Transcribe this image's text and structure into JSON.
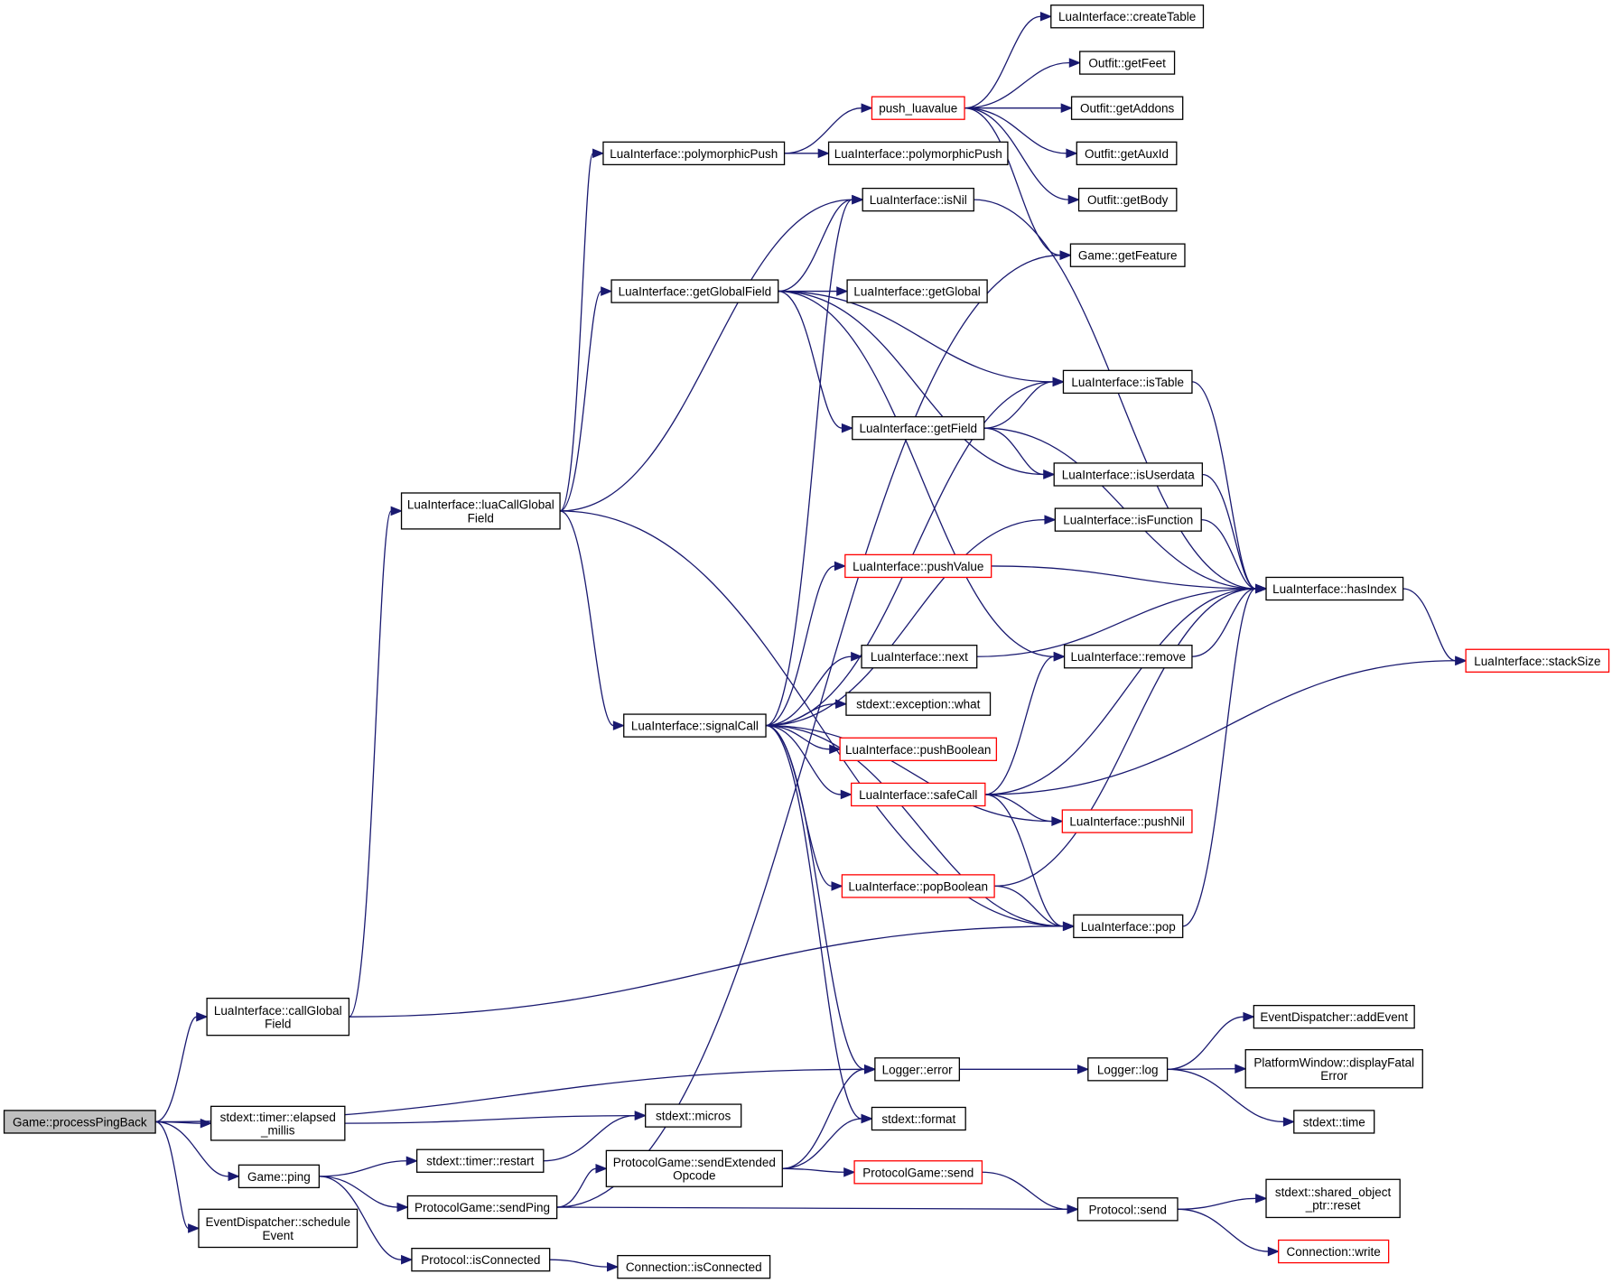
{
  "colors": {
    "edge": "#191970",
    "border": "#000000",
    "border_truncated": "#ff0000",
    "root_fill": "#bfbfbf"
  },
  "nodes": [
    {
      "id": "processPingBack",
      "lines": [
        "Game::processPingBack"
      ],
      "style": "root"
    },
    {
      "id": "callGlobalField",
      "lines": [
        "LuaInterface::callGlobal",
        "Field"
      ]
    },
    {
      "id": "elapsed",
      "lines": [
        "stdext::timer::elapsed",
        "_millis"
      ]
    },
    {
      "id": "ping",
      "lines": [
        "Game::ping"
      ]
    },
    {
      "id": "scheduleEvent",
      "lines": [
        "EventDispatcher::schedule",
        "Event"
      ]
    },
    {
      "id": "luaCallGlobalField",
      "lines": [
        "LuaInterface::luaCallGlobal",
        "Field"
      ]
    },
    {
      "id": "polymorphicPush1",
      "lines": [
        "LuaInterface::polymorphicPush"
      ]
    },
    {
      "id": "polymorphicPush2",
      "lines": [
        "LuaInterface::polymorphicPush"
      ]
    },
    {
      "id": "push_luavalue",
      "lines": [
        "push_luavalue"
      ],
      "style": "red"
    },
    {
      "id": "createTable",
      "lines": [
        "LuaInterface::createTable"
      ]
    },
    {
      "id": "getFeet",
      "lines": [
        "Outfit::getFeet"
      ]
    },
    {
      "id": "getAddons",
      "lines": [
        "Outfit::getAddons"
      ]
    },
    {
      "id": "getAuxId",
      "lines": [
        "Outfit::getAuxId"
      ]
    },
    {
      "id": "getBody",
      "lines": [
        "Outfit::getBody"
      ]
    },
    {
      "id": "getFeature",
      "lines": [
        "Game::getFeature"
      ]
    },
    {
      "id": "isNil",
      "lines": [
        "LuaInterface::isNil"
      ]
    },
    {
      "id": "getGlobalField",
      "lines": [
        "LuaInterface::getGlobalField"
      ]
    },
    {
      "id": "getGlobal",
      "lines": [
        "LuaInterface::getGlobal"
      ]
    },
    {
      "id": "isTable",
      "lines": [
        "LuaInterface::isTable"
      ]
    },
    {
      "id": "getField",
      "lines": [
        "LuaInterface::getField"
      ]
    },
    {
      "id": "isUserdata",
      "lines": [
        "LuaInterface::isUserdata"
      ]
    },
    {
      "id": "isFunction",
      "lines": [
        "LuaInterface::isFunction"
      ]
    },
    {
      "id": "pushValue",
      "lines": [
        "LuaInterface::pushValue"
      ],
      "style": "red"
    },
    {
      "id": "hasIndex",
      "lines": [
        "LuaInterface::hasIndex"
      ]
    },
    {
      "id": "next",
      "lines": [
        "LuaInterface::next"
      ]
    },
    {
      "id": "remove",
      "lines": [
        "LuaInterface::remove"
      ]
    },
    {
      "id": "stackSize",
      "lines": [
        "LuaInterface::stackSize"
      ],
      "style": "red"
    },
    {
      "id": "exceptionWhat",
      "lines": [
        "stdext::exception::what"
      ]
    },
    {
      "id": "signalCall",
      "lines": [
        "LuaInterface::signalCall"
      ]
    },
    {
      "id": "pushBoolean",
      "lines": [
        "LuaInterface::pushBoolean"
      ],
      "style": "red"
    },
    {
      "id": "safeCall",
      "lines": [
        "LuaInterface::safeCall"
      ],
      "style": "red"
    },
    {
      "id": "pushNil",
      "lines": [
        "LuaInterface::pushNil"
      ],
      "style": "red"
    },
    {
      "id": "popBoolean",
      "lines": [
        "LuaInterface::popBoolean"
      ],
      "style": "red"
    },
    {
      "id": "pop",
      "lines": [
        "LuaInterface::pop"
      ]
    },
    {
      "id": "addEvent",
      "lines": [
        "EventDispatcher::addEvent"
      ]
    },
    {
      "id": "displayFatal",
      "lines": [
        "PlatformWindow::displayFatal",
        "Error"
      ]
    },
    {
      "id": "loggerError",
      "lines": [
        "Logger::error"
      ]
    },
    {
      "id": "loggerLog",
      "lines": [
        "Logger::log"
      ]
    },
    {
      "id": "stdextTime",
      "lines": [
        "stdext::time"
      ]
    },
    {
      "id": "micros",
      "lines": [
        "stdext::micros"
      ]
    },
    {
      "id": "format",
      "lines": [
        "stdext::format"
      ]
    },
    {
      "id": "restart",
      "lines": [
        "stdext::timer::restart"
      ]
    },
    {
      "id": "sendExtendedOpcode",
      "lines": [
        "ProtocolGame::sendExtended",
        "Opcode"
      ]
    },
    {
      "id": "pgSend",
      "lines": [
        "ProtocolGame::send"
      ],
      "style": "red"
    },
    {
      "id": "sendPing",
      "lines": [
        "ProtocolGame::sendPing"
      ]
    },
    {
      "id": "protocolSend",
      "lines": [
        "Protocol::send"
      ]
    },
    {
      "id": "sharedReset",
      "lines": [
        "stdext::shared_object",
        "_ptr::reset"
      ]
    },
    {
      "id": "connWrite",
      "lines": [
        "Connection::write"
      ],
      "style": "red"
    },
    {
      "id": "protoIsConnected",
      "lines": [
        "Protocol::isConnected"
      ]
    },
    {
      "id": "connIsConnected",
      "lines": [
        "Connection::isConnected"
      ]
    }
  ],
  "edges": [
    [
      "processPingBack",
      "callGlobalField"
    ],
    [
      "processPingBack",
      "loggerError"
    ],
    [
      "processPingBack",
      "elapsed"
    ],
    [
      "processPingBack",
      "ping"
    ],
    [
      "processPingBack",
      "scheduleEvent"
    ],
    [
      "callGlobalField",
      "luaCallGlobalField"
    ],
    [
      "callGlobalField",
      "pop"
    ],
    [
      "luaCallGlobalField",
      "polymorphicPush1"
    ],
    [
      "luaCallGlobalField",
      "isNil"
    ],
    [
      "luaCallGlobalField",
      "getGlobalField"
    ],
    [
      "luaCallGlobalField",
      "signalCall"
    ],
    [
      "luaCallGlobalField",
      "pop"
    ],
    [
      "polymorphicPush1",
      "push_luavalue"
    ],
    [
      "polymorphicPush1",
      "polymorphicPush2"
    ],
    [
      "push_luavalue",
      "createTable"
    ],
    [
      "push_luavalue",
      "getFeet"
    ],
    [
      "push_luavalue",
      "getAddons"
    ],
    [
      "push_luavalue",
      "getAuxId"
    ],
    [
      "push_luavalue",
      "getBody"
    ],
    [
      "push_luavalue",
      "getFeature"
    ],
    [
      "getGlobalField",
      "isNil"
    ],
    [
      "getGlobalField",
      "getGlobal"
    ],
    [
      "getGlobalField",
      "isTable"
    ],
    [
      "getGlobalField",
      "getField"
    ],
    [
      "getGlobalField",
      "isUserdata"
    ],
    [
      "getGlobalField",
      "remove"
    ],
    [
      "isNil",
      "hasIndex"
    ],
    [
      "getField",
      "isTable"
    ],
    [
      "getField",
      "isUserdata"
    ],
    [
      "getField",
      "hasIndex"
    ],
    [
      "isTable",
      "hasIndex"
    ],
    [
      "isUserdata",
      "hasIndex"
    ],
    [
      "isFunction",
      "hasIndex"
    ],
    [
      "pushValue",
      "hasIndex"
    ],
    [
      "next",
      "hasIndex"
    ],
    [
      "remove",
      "hasIndex"
    ],
    [
      "hasIndex",
      "stackSize"
    ],
    [
      "signalCall",
      "isNil"
    ],
    [
      "signalCall",
      "isTable"
    ],
    [
      "signalCall",
      "isFunction"
    ],
    [
      "signalCall",
      "pushValue"
    ],
    [
      "signalCall",
      "next"
    ],
    [
      "signalCall",
      "exceptionWhat"
    ],
    [
      "signalCall",
      "pushBoolean"
    ],
    [
      "signalCall",
      "safeCall"
    ],
    [
      "signalCall",
      "pushNil"
    ],
    [
      "signalCall",
      "popBoolean"
    ],
    [
      "signalCall",
      "pop"
    ],
    [
      "signalCall",
      "loggerError"
    ],
    [
      "signalCall",
      "format"
    ],
    [
      "safeCall",
      "remove"
    ],
    [
      "safeCall",
      "hasIndex"
    ],
    [
      "safeCall",
      "stackSize"
    ],
    [
      "safeCall",
      "pushNil"
    ],
    [
      "safeCall",
      "pop"
    ],
    [
      "popBoolean",
      "hasIndex"
    ],
    [
      "popBoolean",
      "pop"
    ],
    [
      "pop",
      "hasIndex"
    ],
    [
      "loggerError",
      "loggerLog"
    ],
    [
      "loggerLog",
      "addEvent"
    ],
    [
      "loggerLog",
      "displayFatal"
    ],
    [
      "loggerLog",
      "stdextTime"
    ],
    [
      "elapsed",
      "micros"
    ],
    [
      "ping",
      "restart"
    ],
    [
      "ping",
      "sendPing"
    ],
    [
      "ping",
      "protoIsConnected"
    ],
    [
      "restart",
      "micros"
    ],
    [
      "sendPing",
      "getFeature"
    ],
    [
      "sendPing",
      "sendExtendedOpcode"
    ],
    [
      "sendPing",
      "protocolSend"
    ],
    [
      "sendExtendedOpcode",
      "loggerError"
    ],
    [
      "sendExtendedOpcode",
      "format"
    ],
    [
      "sendExtendedOpcode",
      "pgSend"
    ],
    [
      "pgSend",
      "protocolSend"
    ],
    [
      "protocolSend",
      "sharedReset"
    ],
    [
      "protocolSend",
      "connWrite"
    ],
    [
      "protoIsConnected",
      "connIsConnected"
    ]
  ]
}
